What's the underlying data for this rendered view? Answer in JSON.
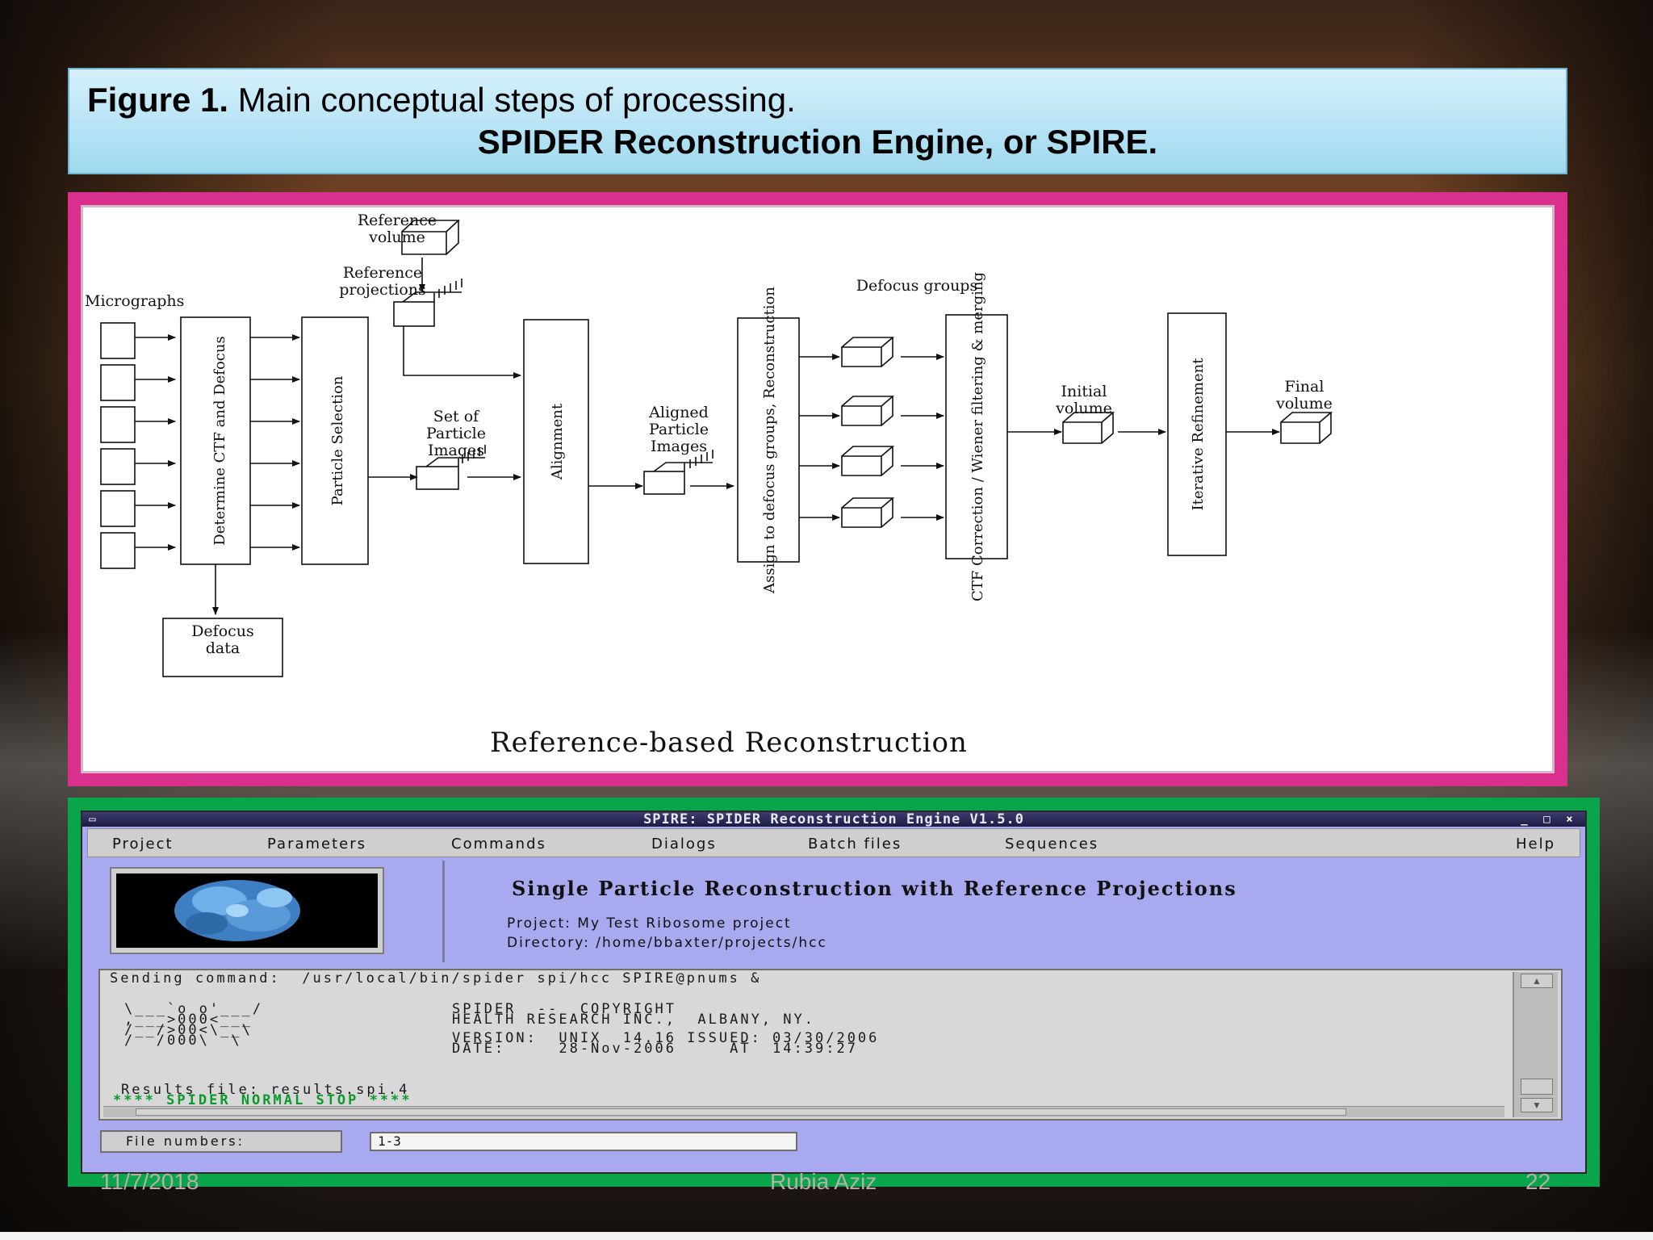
{
  "slide": {
    "caption_bold": "Figure 1.",
    "caption_rest": " Main conceptual steps of processing.",
    "subtitle": "SPIDER Reconstruction Engine, or SPIRE.",
    "footer_date": "11/7/2018",
    "footer_author": "Rubia Aziz",
    "footer_page": "22"
  },
  "diagram": {
    "title": "Reference-based Reconstruction",
    "labels": {
      "reference_volume": [
        "Reference",
        "volume"
      ],
      "reference_projections": [
        "Reference",
        "projections"
      ],
      "micrographs": "Micrographs",
      "defocus_groups": "Defocus groups",
      "set_of_particle_images": [
        "Set of",
        "Particle",
        "Images"
      ],
      "aligned_particle_images": [
        "Aligned",
        "Particle",
        "Images"
      ],
      "initial_volume": [
        "Initial",
        "volume"
      ],
      "final_volume": [
        "Final",
        "volume"
      ],
      "defocus_data": [
        "Defocus",
        "data"
      ]
    },
    "steps": {
      "determine_ctf": "Determine CTF and Defocus",
      "particle_selection": "Particle Selection",
      "alignment": "Alignment",
      "assign_groups": "Assign to defocus groups, Reconstruction",
      "ctf_correction": "CTF Correction / Wiener filtering & merging",
      "iterative_refinement": "Iterative Refinement"
    }
  },
  "app": {
    "window_title": "SPIRE: SPIDER Reconstruction Engine V1.5.0",
    "window_controls": [
      "_",
      "□",
      "×"
    ],
    "menu": [
      "Project",
      "Parameters",
      "Commands",
      "Dialogs",
      "Batch files",
      "Sequences",
      "Help"
    ],
    "heading": "Single Particle Reconstruction with Reference Projections",
    "project_line": "Project: My Test Ribosome project",
    "directory_line": "Directory: /home/bbaxter/projects/hcc",
    "console": {
      "command": "Sending command:  /usr/local/bin/spider spi/hcc SPIRE@pnums &",
      "logo": [
        "\\___`o o'___/",
        ",___>000<___",
        "/__/>00<\\__\\",
        "/  /000\\  \\"
      ],
      "copyright": "SPIDER  --  COPYRIGHT",
      "org": "HEALTH RESEARCH INC.,  ALBANY, NY.",
      "version": "VERSION:  UNIX  14.16 ISSUED: 03/30/2006",
      "date": "DATE:     28-Nov-2006     AT  14:39:27",
      "results": "Results file: results.spi.4",
      "stop": "**** SPIDER NORMAL STOP ****"
    },
    "file_numbers_label": "File numbers:",
    "file_numbers_value": "1-3"
  }
}
